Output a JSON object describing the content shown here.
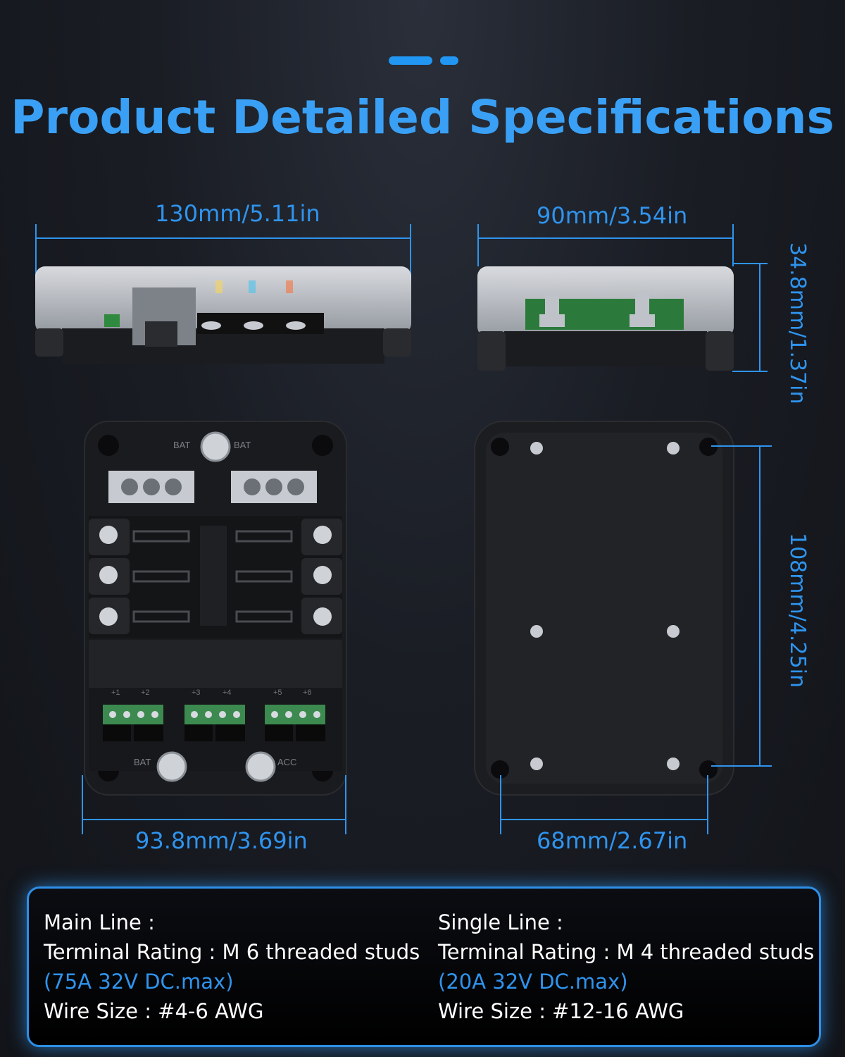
{
  "title": "Product Detailed Specifications",
  "accent_color": "#2f94ee",
  "dimensions": {
    "top_left_width": "130mm/5.11in",
    "top_right_width": "90mm/3.54in",
    "top_right_height": "34.8mm/1.37in",
    "bottom_left_width": "93.8mm/3.69in",
    "bottom_right_width": "68mm/2.67in",
    "bottom_right_height": "108mm/4.25in"
  },
  "device_labels": {
    "bat_minus_left": "BAT",
    "bat_minus_right": "BAT",
    "bat_plus": "BAT",
    "acc_plus": "ACC",
    "fuse_numbers": [
      "+1",
      "+2",
      "+3",
      "+4",
      "+5",
      "+6"
    ]
  },
  "specs": {
    "main": {
      "heading": "Main Line :",
      "rating": "Terminal Rating : M 6 threaded studs",
      "max": "(75A 32V DC.max)",
      "wire": "Wire Size : #4-6 AWG"
    },
    "single": {
      "heading": "Single Line :",
      "rating": "Terminal Rating : M 4 threaded studs",
      "max": "(20A 32V DC.max)",
      "wire": "Wire Size : #12-16 AWG"
    }
  }
}
